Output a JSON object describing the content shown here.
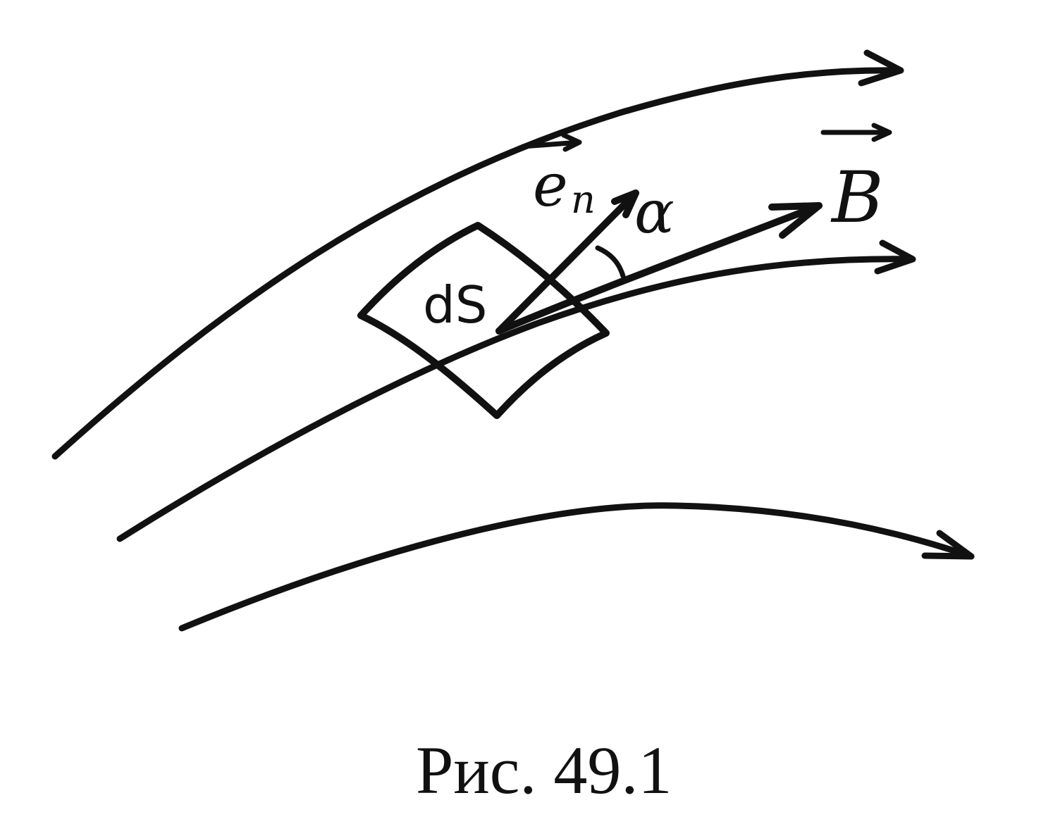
{
  "diagram": {
    "labels": {
      "normal_vector": "e",
      "normal_subscript": "n",
      "angle": "α",
      "field_vector": "B",
      "surface_element": "dS"
    },
    "caption": "Рис. 49.1",
    "colors": {
      "ink": "#111111",
      "background": "#ffffff"
    }
  }
}
